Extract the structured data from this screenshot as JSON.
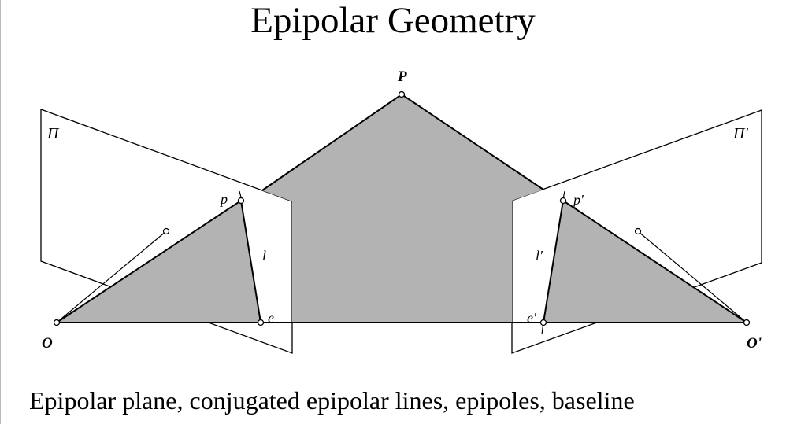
{
  "title": "Epipolar Geometry",
  "caption": "Epipolar plane, conjugated epipolar lines, epipoles, baseline",
  "colors": {
    "plane_fill": "#b3b3b3",
    "line": "#000000",
    "background": "#ffffff"
  },
  "labels": {
    "P": "P",
    "pi_left": "Π",
    "pi_right": "Π'",
    "p_left": "p",
    "p_right": "p'",
    "l_left": "l",
    "l_right": "l'",
    "e_left": "e",
    "e_right": "e'",
    "O_left": "O",
    "O_right": "O'"
  }
}
